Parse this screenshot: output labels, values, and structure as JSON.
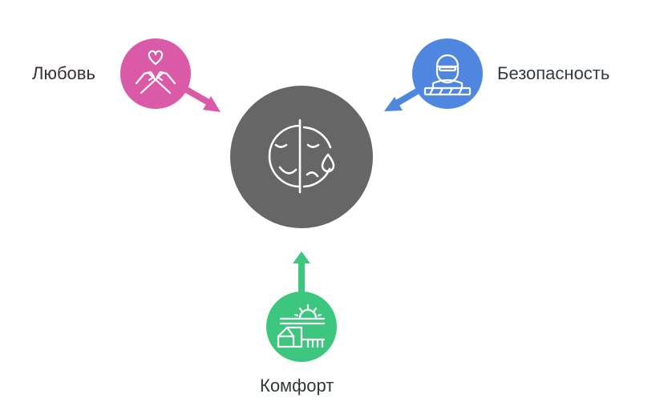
{
  "diagram": {
    "center": {
      "icon": "comedy-tragedy-face-icon",
      "color": "#666666"
    },
    "factors": [
      {
        "id": "love",
        "label": "Любовь",
        "icon": "heart-hands-icon",
        "color": "#db5aa7"
      },
      {
        "id": "security",
        "label": "Безопасность",
        "icon": "burglar-icon",
        "color": "#4f87e0"
      },
      {
        "id": "comfort",
        "label": "Комфорт",
        "icon": "sunrise-house-icon",
        "color": "#3dc77e"
      }
    ]
  }
}
